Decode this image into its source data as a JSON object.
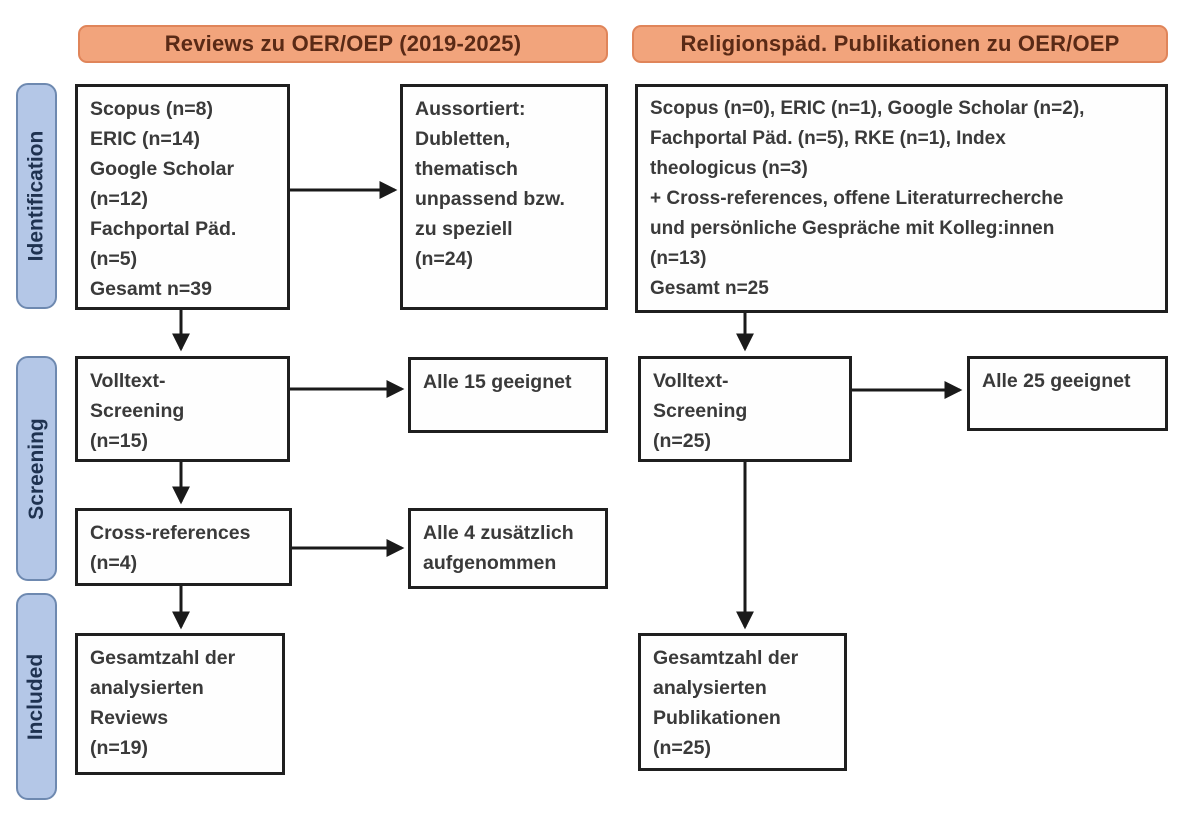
{
  "palette": {
    "header_fill": "#F2A47C",
    "header_border": "#E0855A",
    "header_text": "#5A2A16",
    "stage_fill": "#B4C7E7",
    "stage_border": "#6E89B0",
    "stage_text": "#1F3250",
    "box_border": "#1F1F1F",
    "box_text": "#3A3A3A",
    "arrow": "#1A1A1A",
    "background": "#FFFFFF"
  },
  "headers": {
    "left": "Reviews zu OER/OEP (2019-2025)",
    "right": "Religionspäd. Publikationen zu OER/OEP"
  },
  "stages": {
    "identification": "Identification",
    "screening": "Screening",
    "included": "Included"
  },
  "boxes": {
    "id_left": "Scopus (n=8)\nERIC (n=14)\nGoogle Scholar\n(n=12)\nFachportal Päd.\n(n=5)\nGesamt n=39",
    "sorted_out": "Aussortiert:\nDubletten,\nthematisch\nunpassend bzw.\nzu speziell\n(n=24)",
    "id_right": "Scopus (n=0), ERIC (n=1), Google Scholar (n=2),\nFachportal Päd. (n=5), RKE (n=1), Index\ntheologicus (n=3)\n+ Cross-references, offene Literaturrecherche\nund persönliche Gespräche mit Kolleg:innen\n(n=13)\nGesamt n=25",
    "screen_left": "Volltext-\nScreening\n(n=15)",
    "fit15": "Alle 15 geeignet",
    "crossref": "Cross-references\n(n=4)",
    "added4": "Alle 4 zusätzlich\naufgenommen",
    "included_left": "Gesamtzahl der\nanalysierten\nReviews\n(n=19)",
    "screen_right": "Volltext-\nScreening\n(n=25)",
    "fit25": "Alle 25 geeignet",
    "included_right": "Gesamtzahl der\nanalysierten\nPublikationen\n(n=25)"
  }
}
